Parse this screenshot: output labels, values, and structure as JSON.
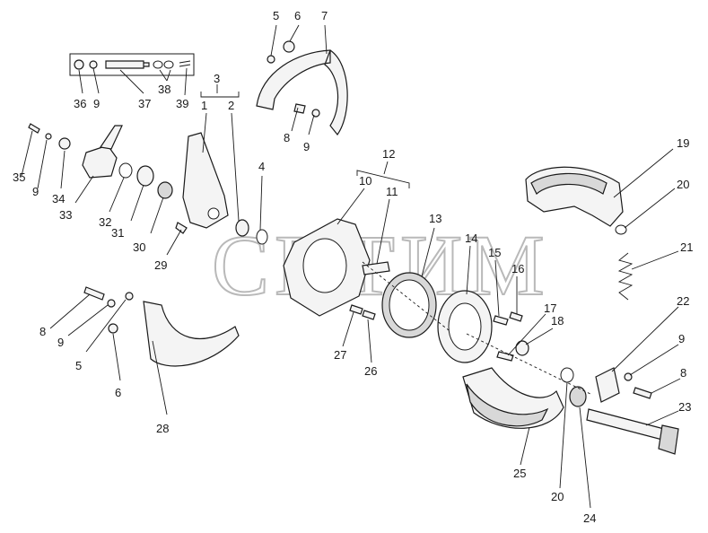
{
  "watermark": "СПТИМ",
  "callouts": {
    "c1": "1",
    "c2": "2",
    "c3": "3",
    "c4": "4",
    "c5a": "5",
    "c5b": "5",
    "c6a": "6",
    "c6b": "6",
    "c7": "7",
    "c8a": "8",
    "c8b": "8",
    "c8c": "8",
    "c9a": "9",
    "c9b": "9",
    "c9c": "9",
    "c9d": "9",
    "c9e": "9",
    "c10": "10",
    "c11": "11",
    "c12": "12",
    "c13": "13",
    "c14": "14",
    "c15": "15",
    "c16": "16",
    "c17": "17",
    "c18": "18",
    "c19": "19",
    "c20a": "20",
    "c20b": "20",
    "c21": "21",
    "c22": "22",
    "c23": "23",
    "c24": "24",
    "c25": "25",
    "c26": "26",
    "c27": "27",
    "c28": "28",
    "c29": "29",
    "c30": "30",
    "c31": "31",
    "c32": "32",
    "c33": "33",
    "c34": "34",
    "c35": "35",
    "c36": "36",
    "c37": "37",
    "c38": "38",
    "c39": "39"
  }
}
